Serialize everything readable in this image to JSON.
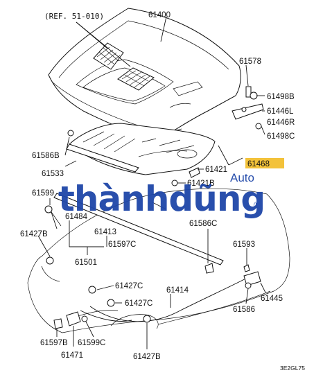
{
  "diagram": {
    "reference": "(REF. 51-010)",
    "parts": [
      {
        "id": "61400"
      },
      {
        "id": "61578"
      },
      {
        "id": "61498B"
      },
      {
        "id": "61446L"
      },
      {
        "id": "61446R"
      },
      {
        "id": "61498C"
      },
      {
        "id": "61586B"
      },
      {
        "id": "61533"
      },
      {
        "id": "61468",
        "highlighted": true
      },
      {
        "id": "61421"
      },
      {
        "id": "61421B"
      },
      {
        "id": "61599"
      },
      {
        "id": "61484"
      },
      {
        "id": "61413"
      },
      {
        "id": "61597C"
      },
      {
        "id": "61586C"
      },
      {
        "id": "61427B"
      },
      {
        "id": "61501"
      },
      {
        "id": "61593"
      },
      {
        "id": "61427C"
      },
      {
        "id": "61427C"
      },
      {
        "id": "61414"
      },
      {
        "id": "61445"
      },
      {
        "id": "61586"
      },
      {
        "id": "61597B"
      },
      {
        "id": "61599C"
      },
      {
        "id": "61471"
      },
      {
        "id": "61427B"
      }
    ],
    "figure_code": "3E2GL75",
    "highlight_color": "#f3c23a"
  },
  "watermark": {
    "brand": "thànhdũng",
    "suffix": "Auto",
    "registered": "®",
    "color": "#1e46a8"
  }
}
